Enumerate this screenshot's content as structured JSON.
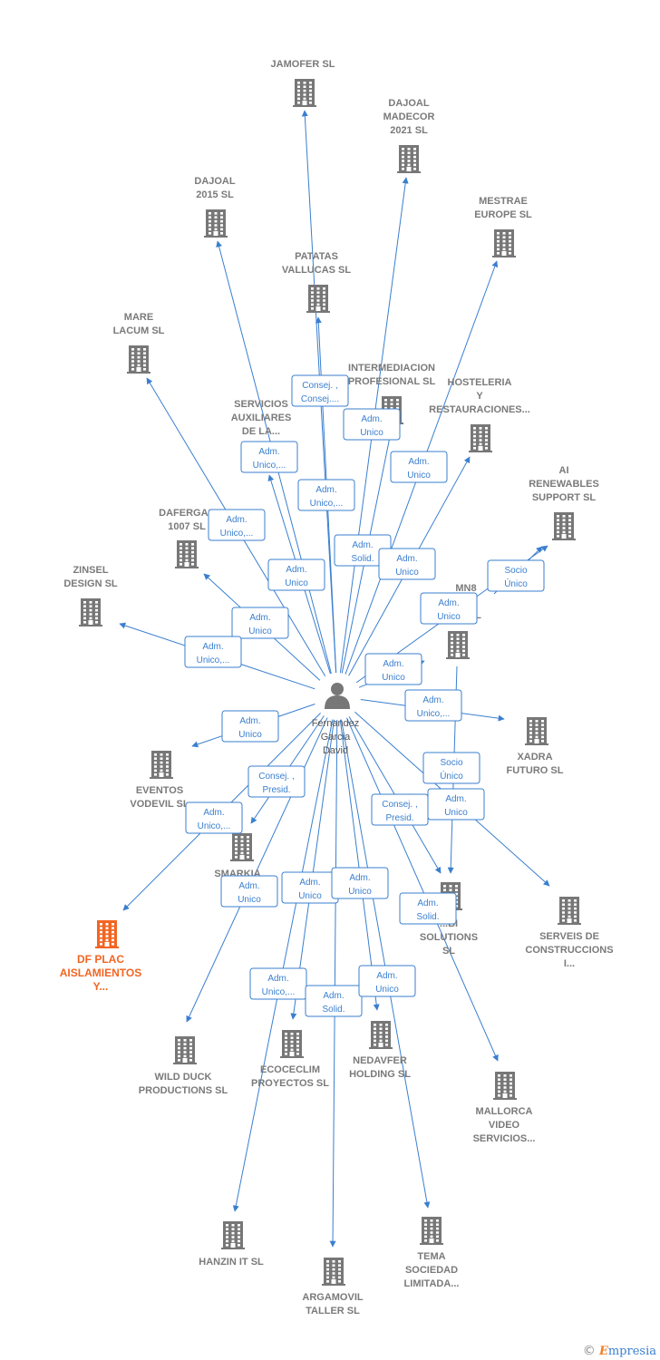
{
  "center": {
    "name": [
      "Fernandez",
      "Garcia",
      "David"
    ]
  },
  "companies": [
    {
      "id": "jamofer",
      "label": [
        "JAMOFER SL"
      ]
    },
    {
      "id": "dajoal-madecor",
      "label": [
        "DAJOAL",
        "MADECOR",
        "2021  SL"
      ]
    },
    {
      "id": "dajoal-2015",
      "label": [
        "DAJOAL",
        "2015  SL"
      ]
    },
    {
      "id": "mestrae",
      "label": [
        "MESTRAE",
        "EUROPE  SL"
      ]
    },
    {
      "id": "patatas",
      "label": [
        "PATATAS",
        "VALLUCAS  SL"
      ]
    },
    {
      "id": "mare-lacum",
      "label": [
        "MARE",
        "LACUM  SL"
      ]
    },
    {
      "id": "intermediacion",
      "label": [
        "INTERMEDIACION",
        "PROFESIONAL SL"
      ]
    },
    {
      "id": "hosteleria",
      "label": [
        "HOSTELERIA",
        "Y",
        "RESTAURACIONES..."
      ]
    },
    {
      "id": "servicios-aux",
      "label": [
        "SERVICIOS",
        "AUXILIARES",
        "DE LA..."
      ]
    },
    {
      "id": "ai-renewables",
      "label": [
        "AI",
        "RENEWABLES",
        "SUPPORT  SL"
      ]
    },
    {
      "id": "dafergas",
      "label": [
        "DAFERGAS",
        "1007  SL"
      ]
    },
    {
      "id": "zinsel",
      "label": [
        "ZINSEL",
        "DESIGN  SL"
      ]
    },
    {
      "id": "mn8",
      "label": [
        "MN8",
        "Y",
        "E...  SL"
      ]
    },
    {
      "id": "xadra",
      "label": [
        "XADRA",
        "FUTURO  SL"
      ]
    },
    {
      "id": "eventos",
      "label": [
        "EVENTOS",
        "VODEVIL  SL"
      ]
    },
    {
      "id": "smarkia",
      "label": [
        "SMARKIA",
        "ENE..."
      ]
    },
    {
      "id": "df-plac",
      "label": [
        "DF PLAC",
        "AISLAMIENTOS",
        "Y..."
      ],
      "highlight": true
    },
    {
      "id": "bi-solutions",
      "label": [
        "...BI",
        "SOLUTIONS",
        "SL"
      ]
    },
    {
      "id": "serveis",
      "label": [
        "SERVEIS DE",
        "CONSTRUCCIONS",
        "I..."
      ]
    },
    {
      "id": "wild-duck",
      "label": [
        "WILD DUCK",
        "PRODUCTIONS SL"
      ]
    },
    {
      "id": "ecoceclim",
      "label": [
        "ECOCECLIM",
        "PROYECTOS SL"
      ]
    },
    {
      "id": "nedavfer",
      "label": [
        "NEDAVFER",
        "HOLDING  SL"
      ]
    },
    {
      "id": "mallorca",
      "label": [
        "MALLORCA",
        "VIDEO",
        "SERVICIOS..."
      ]
    },
    {
      "id": "hanzin",
      "label": [
        "HANZIN IT  SL"
      ]
    },
    {
      "id": "argamovil",
      "label": [
        "ARGAMOVIL",
        "TALLER SL"
      ]
    },
    {
      "id": "tema",
      "label": [
        "TEMA",
        "SOCIEDAD",
        "LIMITADA..."
      ]
    }
  ],
  "roles": [
    [
      "Consej. ,",
      "Consej...."
    ],
    [
      "Adm.",
      "Unico"
    ],
    [
      "Adm.",
      "Unico,..."
    ],
    [
      "Adm.",
      "Unico,..."
    ],
    [
      "Adm.",
      "Unico"
    ],
    [
      "Adm.",
      "Unico,..."
    ],
    [
      "Adm.",
      "Unico"
    ],
    [
      "Adm.",
      "Solid."
    ],
    [
      "Adm.",
      "Unico"
    ],
    [
      "Socio",
      "Único"
    ],
    [
      "Adm.",
      "Unico"
    ],
    [
      "Adm.",
      "Unico"
    ],
    [
      "Adm.",
      "Unico,..."
    ],
    [
      "Adm.",
      "Unico"
    ],
    [
      "Adm.",
      "Unico,..."
    ],
    [
      "Consej. ,",
      "Presid."
    ],
    [
      "Socio",
      "Único"
    ],
    [
      "Adm.",
      "Unico,..."
    ],
    [
      "Consej. ,",
      "Presid."
    ],
    [
      "Adm.",
      "Unico"
    ],
    [
      "Adm.",
      "Unico"
    ],
    [
      "Adm.",
      "Unico"
    ],
    [
      "Adm.",
      "Unico"
    ],
    [
      "Adm.",
      "Solid."
    ],
    [
      "Adm.",
      "Unico,..."
    ],
    [
      "Adm.",
      "Solid."
    ],
    [
      "Adm.",
      "Unico"
    ],
    [
      "Adm.",
      "Unico"
    ]
  ],
  "colors": {
    "edge": "#3a7fcf",
    "building": "#777777",
    "highlight": "#f26522",
    "role_border": "#3a7fcf",
    "person": "#777777"
  },
  "footer": {
    "copyright": "©",
    "brand_e": "E",
    "brand_rest": "mpresia"
  }
}
